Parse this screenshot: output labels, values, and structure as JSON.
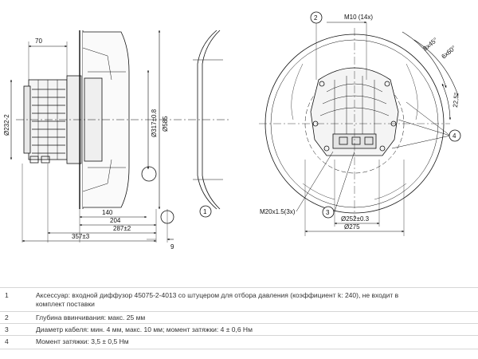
{
  "side_view": {
    "dim_70": "70",
    "dim_232": "Ø232-2",
    "dim_317": "Ø317±0.8",
    "dim_585": "Ø585",
    "dim_140": "140",
    "dim_204": "204",
    "dim_287": "287±2",
    "dim_357": "357±3",
    "dim_9": "9",
    "callout_1": "1"
  },
  "front_view": {
    "callout_2": "2",
    "callout_3": "3",
    "callout_4": "4",
    "dim_m10": "M10 (14x)",
    "dim_8x45": "8x45°",
    "dim_6x60": "6x60°",
    "dim_22_5": "22,5°",
    "dim_m20": "M20x1.5(3x)",
    "dim_252": "Ø252±0.3",
    "dim_275": "Ø275"
  },
  "notes": [
    {
      "num": "1",
      "lines": [
        "Аксессуар: входной диффузор 45075-2-4013 со штуцером для отбора давления (коэффициент k: 240), не входит в",
        "комплект поставки"
      ]
    },
    {
      "num": "2",
      "lines": [
        "Глубина ввинчивания: макс. 25 мм"
      ]
    },
    {
      "num": "3",
      "lines": [
        "Диаметр кабеля: мин. 4 мм, макс. 10 мм; момент затяжки: 4 ± 0,6 Нм"
      ]
    },
    {
      "num": "4",
      "lines": [
        "Момент затяжки: 3,5 ± 0,5 Нм"
      ]
    }
  ]
}
